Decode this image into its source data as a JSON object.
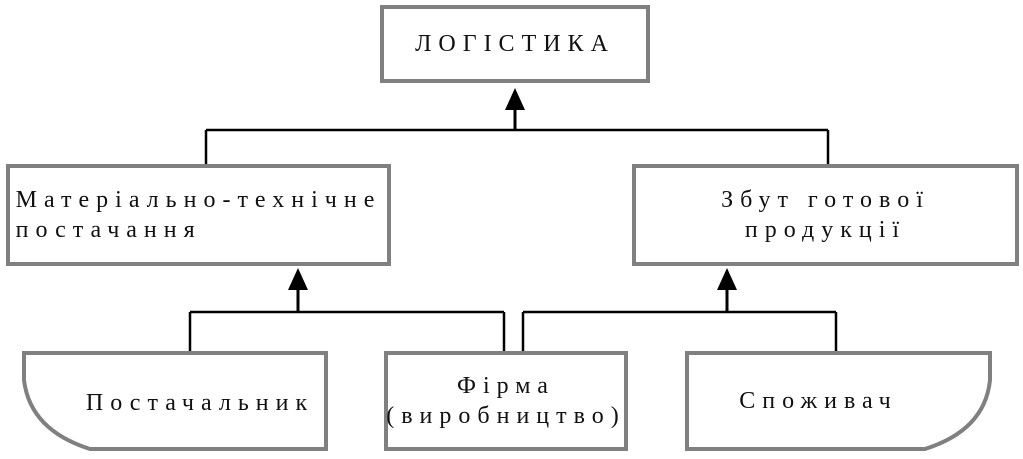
{
  "diagram": {
    "top": {
      "label": "ЛОГІСТИКА"
    },
    "left_mid": {
      "label": "Матеріально-технічне\nпостачання"
    },
    "right_mid": {
      "label": "Збут готової продукції"
    },
    "supplier": {
      "label": "Постачальник"
    },
    "firm": {
      "label": "Фірма\n(виробництво)"
    },
    "consumer": {
      "label": "Споживач"
    }
  }
}
